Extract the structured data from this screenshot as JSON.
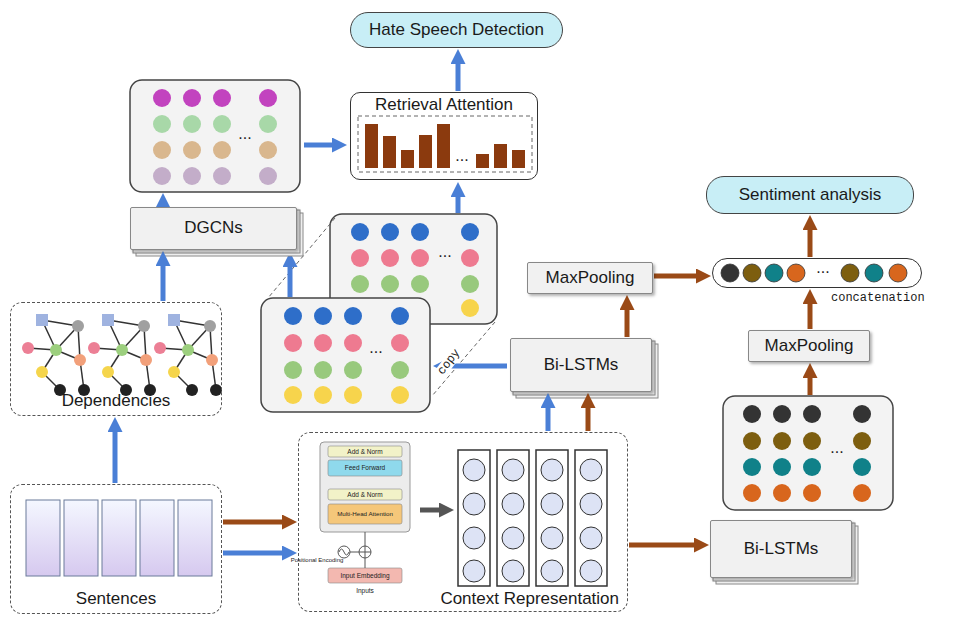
{
  "diagram": {
    "nodes": [
      {
        "text": [
          "Hate Speech Detection"
        ]
      },
      {
        "text": [
          "Retrieval Attention"
        ]
      },
      {
        "text": [
          "Sentiment analysis"
        ]
      },
      {
        "text": [
          "MaxPooling"
        ]
      },
      {
        "text": [
          "concatenation"
        ]
      },
      {
        "text": [
          "DGCNs"
        ]
      },
      {
        "text": [
          "Bi-LSTMs"
        ]
      },
      {
        "text": [
          "MaxPooling"
        ]
      },
      {
        "text": [
          "Dependencies"
        ]
      },
      {
        "text": [
          "Sentences"
        ]
      },
      {
        "text": [
          "Context Representation"
        ]
      },
      {
        "text": [
          "Bi-LSTMs"
        ]
      }
    ],
    "edges": [
      {
        "from": 1,
        "to": 0,
        "arrow": "to"
      },
      {
        "from": 4,
        "to": 2,
        "arrow": "to"
      },
      {
        "from": 3,
        "to": 4,
        "arrow": "to"
      },
      {
        "from": 6,
        "to": 3,
        "arrow": "to"
      },
      {
        "from": 7,
        "to": 4,
        "arrow": "to"
      },
      {
        "from": 8,
        "to": 5,
        "arrow": "to"
      },
      {
        "from": 9,
        "to": 8,
        "arrow": "to"
      },
      {
        "from": 9,
        "to": 10,
        "arrow": "to"
      },
      {
        "from": 9,
        "to": 10,
        "arrow": "to"
      },
      {
        "from": 10,
        "to": 6,
        "arrow": "to"
      },
      {
        "from": 10,
        "to": 6,
        "arrow": "to"
      },
      {
        "from": 10,
        "to": 11,
        "arrow": "to"
      }
    ],
    "labels": [
      "copy",
      "Add & Norm",
      "Feed Forward",
      "Add & Norm",
      "Multi-Head Attention",
      "Positional Encoding",
      "Input Embedding",
      "Inputs",
      "...",
      "...",
      "...",
      "...",
      "...",
      "..."
    ]
  }
}
